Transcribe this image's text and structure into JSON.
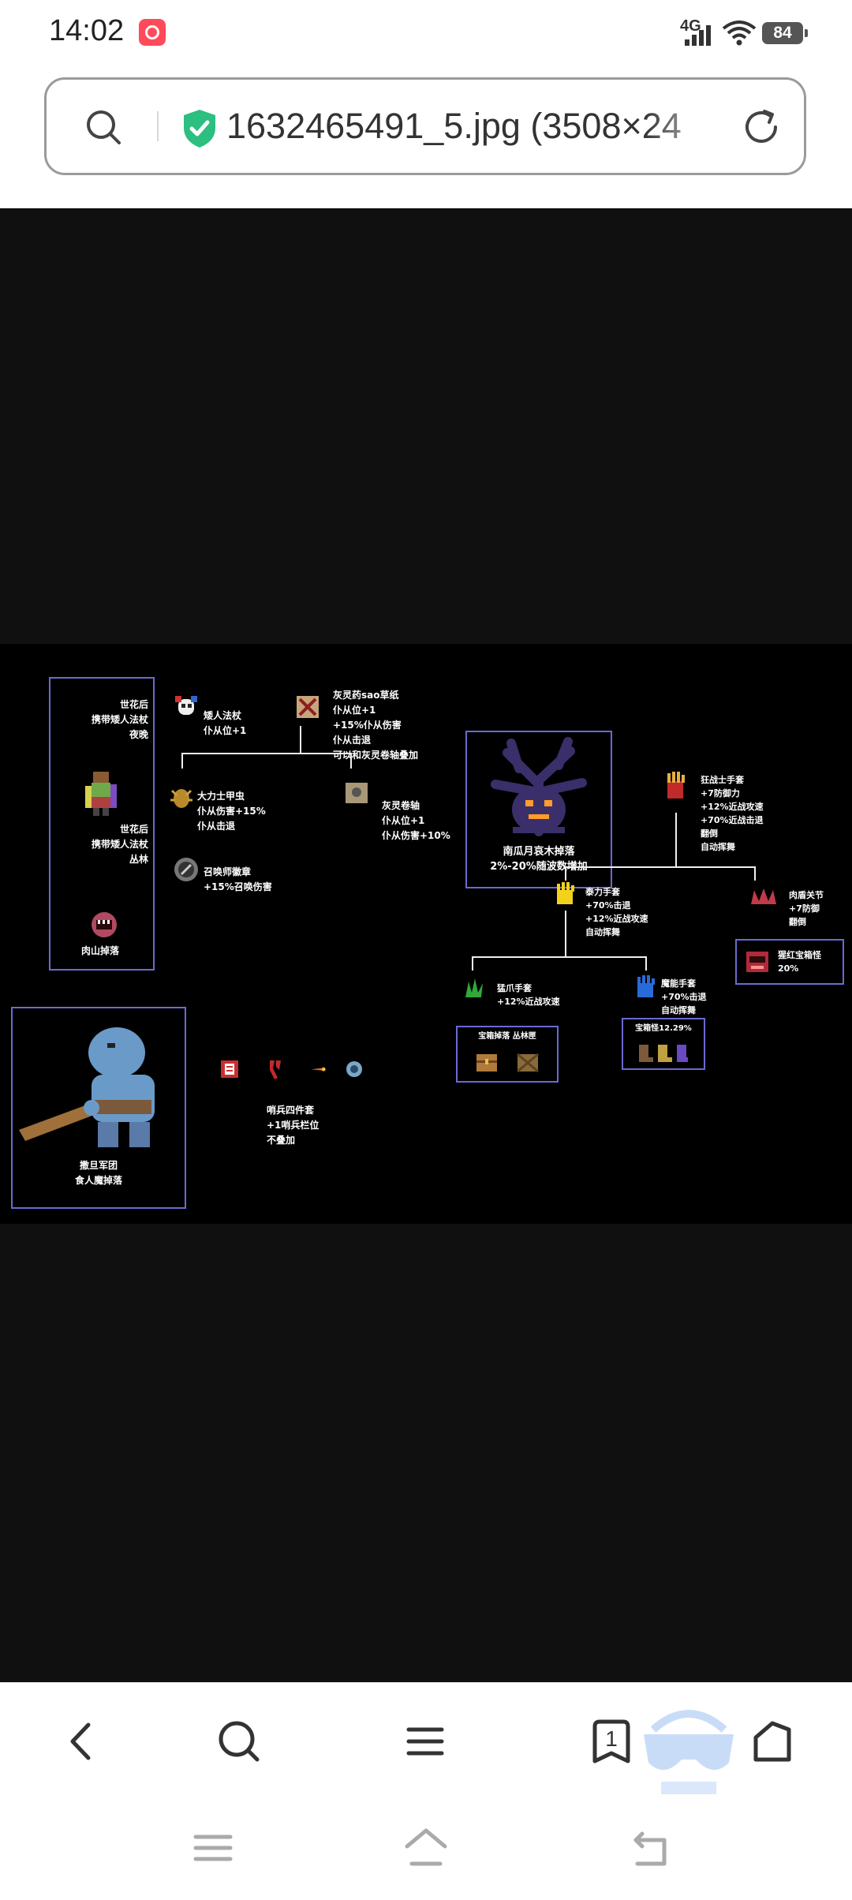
{
  "status_bar": {
    "time": "14:02",
    "network": "4G",
    "battery": "84",
    "icons": [
      "app-notification-icon",
      "signal-icon",
      "wifi-icon",
      "battery-icon"
    ]
  },
  "address_bar": {
    "url_text": "1632465491_5.jpg (3508×24",
    "icons": [
      "search-icon",
      "secure-shield-icon",
      "reload-icon"
    ]
  },
  "graphic": {
    "left_column": {
      "text_plantera_night": "世花后\n携带矮人法杖\n夜晚",
      "text_plantera_forest": "世花后\n携带矮人法杖\n丛林",
      "text_wall_drop": "肉山掉落"
    },
    "top_branch": {
      "item1": "矮人法杖\n仆从位+1",
      "item2": "灰灵药sao草纸\n仆从位+1\n+15%仆从伤害\n仆从击退\n可以和灰灵卷轴叠加",
      "item3": "大力士甲虫\n仆从伤害+15%\n仆从击退",
      "item4": "灰灵卷轴\n仆从位+1\n仆从伤害+10%",
      "item5": "召唤师徽章\n+15%召唤伤害"
    },
    "pumpkin_box": {
      "text": "南瓜月哀木掉落\n2%-20%随波数增加"
    },
    "right_tree": {
      "top": "狂战士手套\n+7防御力\n+12%近战攻速\n+70%近战击退\n翻倒\n自动挥舞",
      "mid_left": "泰力手套\n+70%击退\n+12%近战攻速\n自动挥舞",
      "mid_right": "肉盾关节\n+7防御\n翻倒",
      "low_left": "猛爪手套\n+12%近战攻速",
      "low_right": "魔能手套\n+70%击退\n自动挥舞",
      "crimson_box": "猩红宝箱怪\n20%",
      "chest_box": "宝箱掉落 丛林匣",
      "mimic_box": "宝箱怪12.29%"
    },
    "bottom_left": {
      "ogre_text": "撒旦军团\n食人魔掉落",
      "accessories_text": "哨兵四件套\n+1哨兵栏位\n不叠加"
    }
  },
  "bottom_nav": {
    "buttons": [
      "back-icon",
      "search-icon",
      "menu-icon",
      "tabs-icon",
      "home-icon"
    ],
    "tabs_count": "1"
  },
  "gesture_bar": {
    "buttons": [
      "recent-apps-icon",
      "home-gesture-icon",
      "back-gesture-icon"
    ]
  }
}
